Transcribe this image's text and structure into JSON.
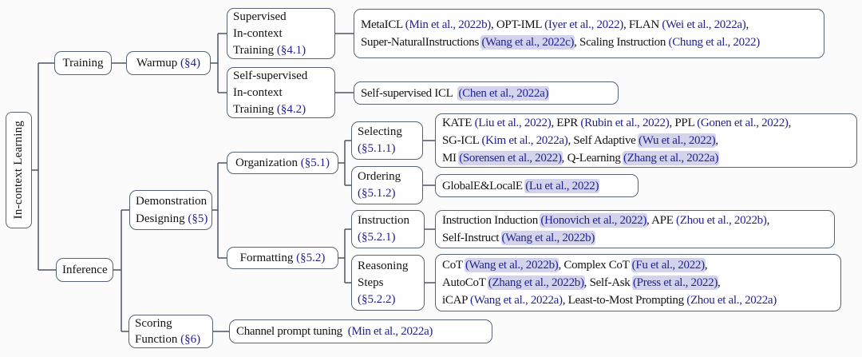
{
  "colors": {
    "box_border": "#5a6474",
    "text": "#141414",
    "citation_link": "#23238f",
    "section_ref": "#23238f",
    "citation_highlight": "#d3d4ec",
    "background": "#fbfbfb"
  },
  "diagram": {
    "root": {
      "label": "In-context Learning"
    },
    "nodes": {
      "training": {
        "lines": [
          [
            {
              "t": "Training"
            }
          ]
        ]
      },
      "inference": {
        "lines": [
          [
            {
              "t": "Inference"
            }
          ]
        ]
      },
      "warmup": {
        "lines": [
          [
            {
              "t": "Warmup "
            },
            {
              "t": "(§4)",
              "c": "ref"
            }
          ]
        ]
      },
      "demonstration": {
        "lines": [
          [
            {
              "t": "Demonstration"
            }
          ],
          [
            {
              "t": "Designing "
            },
            {
              "t": "(§5)",
              "c": "ref"
            }
          ]
        ]
      },
      "scoring": {
        "lines": [
          [
            {
              "t": "Scoring"
            }
          ],
          [
            {
              "t": "Function "
            },
            {
              "t": "(§6)",
              "c": "ref"
            }
          ]
        ]
      },
      "supervised": {
        "lines": [
          [
            {
              "t": "Supervised"
            }
          ],
          [
            {
              "t": "In-context"
            }
          ],
          [
            {
              "t": "Training "
            },
            {
              "t": "(§4.1)",
              "c": "ref"
            }
          ]
        ]
      },
      "selfsupervised": {
        "lines": [
          [
            {
              "t": "Self-supervised"
            }
          ],
          [
            {
              "t": "In-context"
            }
          ],
          [
            {
              "t": "Training "
            },
            {
              "t": "(§4.2)",
              "c": "ref"
            }
          ]
        ]
      },
      "organization": {
        "lines": [
          [
            {
              "t": "Organization "
            },
            {
              "t": "(§5.1)",
              "c": "ref"
            }
          ]
        ]
      },
      "formatting": {
        "lines": [
          [
            {
              "t": "Formatting "
            },
            {
              "t": "(§5.2)",
              "c": "ref"
            }
          ]
        ]
      },
      "selecting": {
        "lines": [
          [
            {
              "t": "Selecting"
            }
          ],
          [
            {
              "t": "(§5.1.1)",
              "c": "ref"
            }
          ]
        ]
      },
      "ordering": {
        "lines": [
          [
            {
              "t": "Ordering"
            }
          ],
          [
            {
              "t": "(§5.1.2)",
              "c": "ref"
            }
          ]
        ]
      },
      "instruction": {
        "lines": [
          [
            {
              "t": "Instruction"
            }
          ],
          [
            {
              "t": "(§5.2.1)",
              "c": "ref"
            }
          ]
        ]
      },
      "reasoning": {
        "lines": [
          [
            {
              "t": "Reasoning"
            }
          ],
          [
            {
              "t": "Steps"
            }
          ],
          [
            {
              "t": "(§5.2.2)",
              "c": "ref"
            }
          ]
        ]
      }
    },
    "leaves": {
      "supervised_papers": {
        "lines": [
          [
            {
              "t": "MetaICL "
            },
            {
              "t": "(Min et al., 2022b)",
              "c": "cite"
            },
            {
              "t": ", OPT-IML "
            },
            {
              "t": "(Iyer et al., 2022)",
              "c": "cite"
            },
            {
              "t": ", FLAN "
            },
            {
              "t": "(Wei et al., 2022a)",
              "c": "cite"
            },
            {
              "t": ","
            }
          ],
          [
            {
              "t": "Super-NaturalInstructions "
            },
            {
              "t": "(Wang et al., 2022c)",
              "c": "citehl"
            },
            {
              "t": ", Scaling Instruction "
            },
            {
              "t": "(Chung et al., 2022)",
              "c": "cite"
            }
          ]
        ]
      },
      "selfsupervised_papers": {
        "lines": [
          [
            {
              "t": "Self-supervised ICL  "
            },
            {
              "t": "(Chen et al., 2022a)",
              "c": "citehl"
            }
          ]
        ]
      },
      "selecting_papers": {
        "lines": [
          [
            {
              "t": "KATE "
            },
            {
              "t": "(Liu et al., 2022)",
              "c": "cite"
            },
            {
              "t": ", EPR "
            },
            {
              "t": "(Rubin et al., 2022)",
              "c": "cite"
            },
            {
              "t": ", PPL "
            },
            {
              "t": "(Gonen et al., 2022)",
              "c": "cite"
            },
            {
              "t": ","
            }
          ],
          [
            {
              "t": "SG-ICL "
            },
            {
              "t": "(Kim et al., 2022a)",
              "c": "cite"
            },
            {
              "t": ", Self Adaptive "
            },
            {
              "t": "(Wu et al., 2022)",
              "c": "citehl"
            },
            {
              "t": ","
            }
          ],
          [
            {
              "t": "MI "
            },
            {
              "t": "(Sorensen et al., 2022)",
              "c": "citehl"
            },
            {
              "t": ", Q-Learning "
            },
            {
              "t": "(Zhang et al., 2022a)",
              "c": "citehl"
            }
          ]
        ]
      },
      "ordering_papers": {
        "lines": [
          [
            {
              "t": "GlobalE&LocalE "
            },
            {
              "t": "(Lu et al., 2022)",
              "c": "citehl"
            }
          ]
        ]
      },
      "instruction_papers": {
        "lines": [
          [
            {
              "t": "Instruction Induction "
            },
            {
              "t": "(Honovich et al., 2022)",
              "c": "citehl"
            },
            {
              "t": ", APE "
            },
            {
              "t": "(Zhou et al., 2022b)",
              "c": "cite"
            },
            {
              "t": ","
            }
          ],
          [
            {
              "t": "Self-Instruct "
            },
            {
              "t": "(Wang et al., 2022b)",
              "c": "citehl"
            }
          ]
        ]
      },
      "reasoning_papers": {
        "lines": [
          [
            {
              "t": "CoT "
            },
            {
              "t": "(Wang et al., 2022b)",
              "c": "citehl"
            },
            {
              "t": ", Complex CoT "
            },
            {
              "t": "(Fu et al., 2022)",
              "c": "citehl"
            },
            {
              "t": ","
            }
          ],
          [
            {
              "t": "AutoCoT "
            },
            {
              "t": "(Zhang et al., 2022b)",
              "c": "citehl"
            },
            {
              "t": ", Self-Ask "
            },
            {
              "t": "(Press et al., 2022)",
              "c": "citehl"
            },
            {
              "t": ","
            }
          ],
          [
            {
              "t": "iCAP "
            },
            {
              "t": "(Wang et al., 2022a)",
              "c": "cite"
            },
            {
              "t": ", Least-to-Most Prompting "
            },
            {
              "t": "(Zhou et al., 2022a)",
              "c": "cite"
            }
          ]
        ]
      },
      "scoring_papers": {
        "lines": [
          [
            {
              "t": "Channel prompt tuning  "
            },
            {
              "t": "(Min et al., 2022a)",
              "c": "cite"
            }
          ]
        ]
      }
    }
  }
}
